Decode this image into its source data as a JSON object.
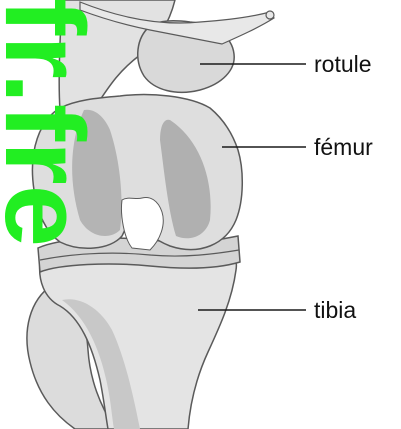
{
  "labels": {
    "rotule": "rotule",
    "femur": "fémur",
    "tibia": "tibia"
  },
  "watermark": {
    "text": "fr.fre",
    "color": "#22ee22"
  },
  "colors": {
    "bone_light": "#e6e6e6",
    "bone_mid": "#cfcfcf",
    "bone_dark": "#a9a9a9",
    "outline": "#5a5a5a",
    "leader": "#1a1a1a"
  }
}
